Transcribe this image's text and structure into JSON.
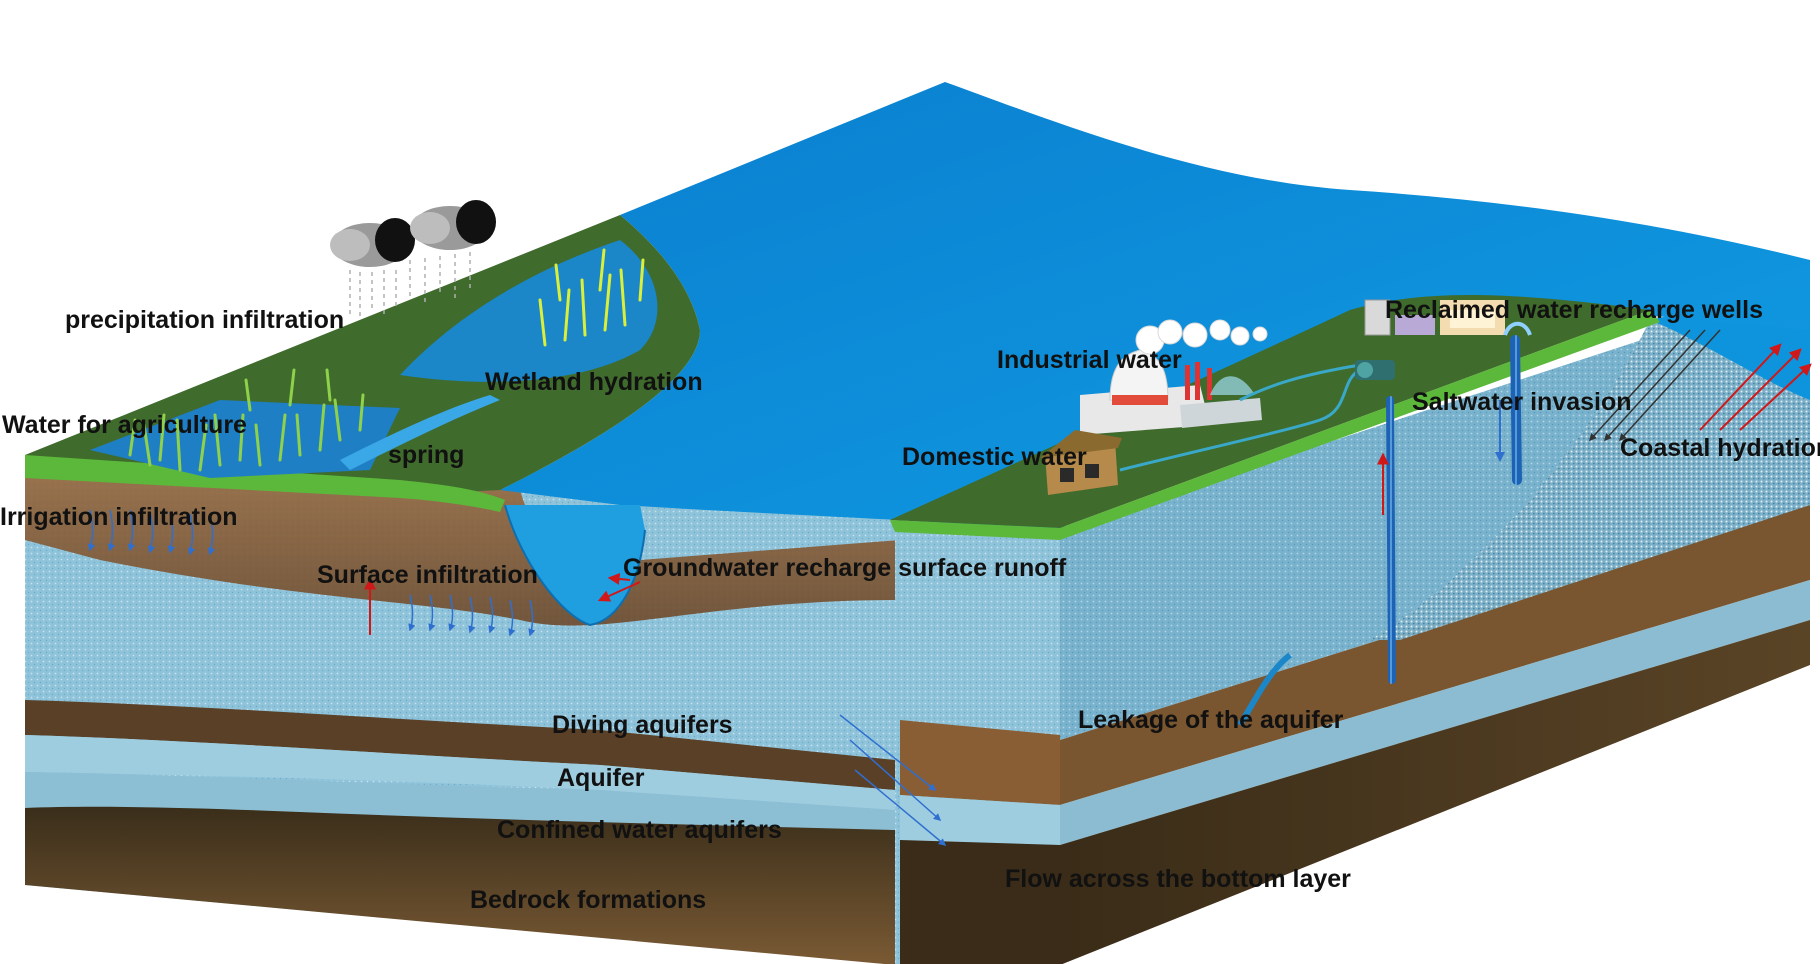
{
  "labels": {
    "precipitation": "precipitation infiltration",
    "wetland": "Wetland hydration",
    "agriculture": "Water for agriculture",
    "spring": "spring",
    "irrigation": "Irrigation infiltration",
    "surface_infiltration": "Surface infiltration",
    "gw_recharge": "Groundwater recharge surface runoff",
    "industrial": "Industrial water",
    "domestic": "Domestic water",
    "reclaimed": "Reclaimed water recharge wells",
    "saltwater": "Saltwater invasion",
    "coastal": "Coastal hydration",
    "diving": "Diving aquifers",
    "aquifer": "Aquifer",
    "confined": "Confined water aquifers",
    "bedrock": "Bedrock formations",
    "leakage": "Leakage of the aquifer",
    "flow_bottom": "Flow across the bottom layer"
  },
  "colors": {
    "sea": "#0b8fd8",
    "grass": "#3f6b2c",
    "grass_edge": "#5cb83a",
    "soil": "#7a5232",
    "aquifer": "#8ec3db",
    "bedrock": "#4a3a22",
    "arrow_red": "#d01818",
    "arrow_blue": "#2f6fd0"
  },
  "icons": [
    "cloud-icon",
    "reed-icon",
    "factory-icon",
    "house-icon",
    "pump-icon",
    "recharge-well-icon"
  ]
}
